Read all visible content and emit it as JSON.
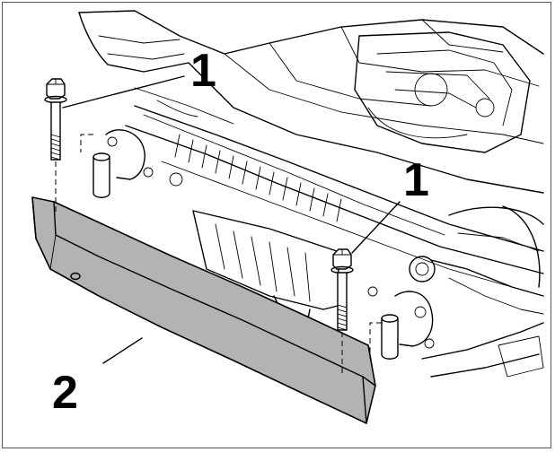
{
  "diagram": {
    "callouts": {
      "bolt_upper_left": "1",
      "bolt_right": "1",
      "bumper_reinforcement": "2"
    },
    "colors": {
      "line": "#000000",
      "bumper_fill": "#b3b3b3",
      "background": "#ffffff",
      "border": "#555555"
    }
  }
}
